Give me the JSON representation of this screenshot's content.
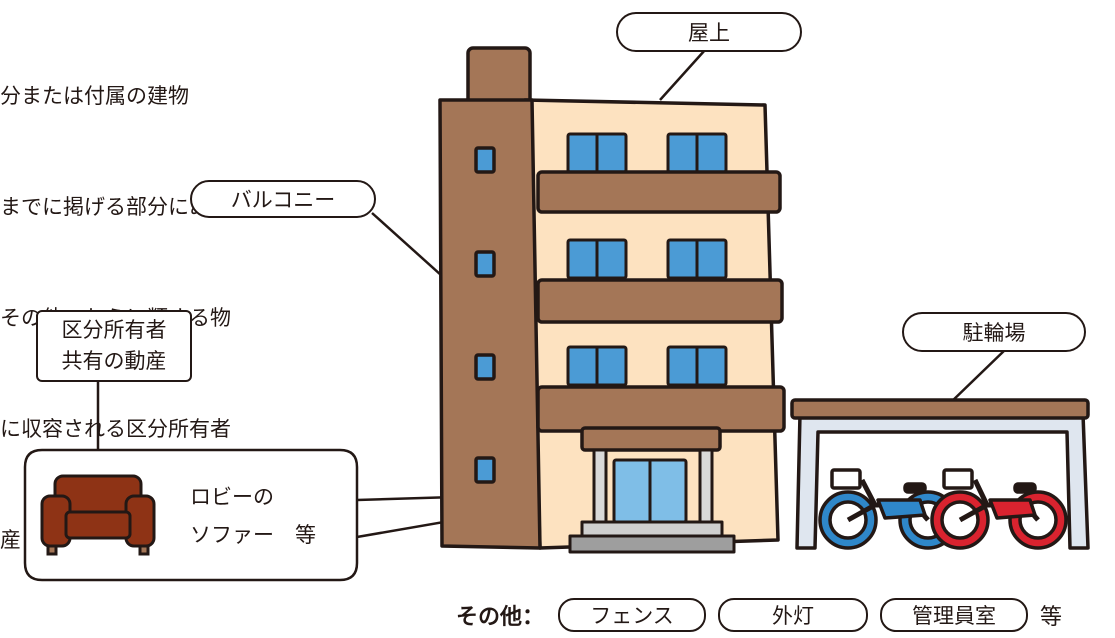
{
  "intro_lines": [
    "分または付属の建物",
    "までに掲げる部分にある",
    "その他これらに類する物",
    "に収容される区分所有者",
    "産"
  ],
  "labels": {
    "rooftop": "屋上",
    "balcony": "バルコニー",
    "shared_property_line1": "区分所有者",
    "shared_property_line2": "共有の動産",
    "bicycle_parking": "駐輪場"
  },
  "lobby_sofa": {
    "line1": "ロビーの",
    "line2": "ソファー　等"
  },
  "other": {
    "label": "その他：",
    "items": [
      "フェンス",
      "外灯",
      "管理員室"
    ],
    "suffix": "等"
  }
}
